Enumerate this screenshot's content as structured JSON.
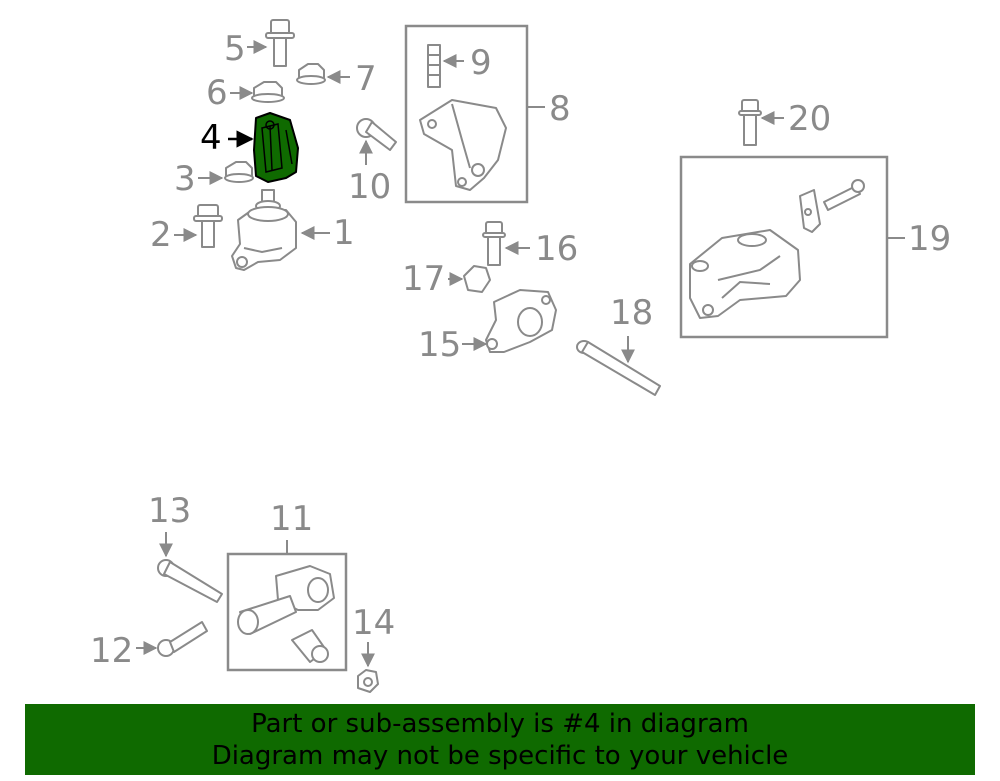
{
  "callouts": {
    "c1": "1",
    "c2": "2",
    "c3": "3",
    "c4": "4",
    "c5": "5",
    "c6": "6",
    "c7": "7",
    "c8": "8",
    "c9": "9",
    "c10": "10",
    "c11": "11",
    "c12": "12",
    "c13": "13",
    "c14": "14",
    "c15": "15",
    "c16": "16",
    "c17": "17",
    "c18": "18",
    "c19": "19",
    "c20": "20"
  },
  "highlight_color": "#0f6a00",
  "line_color": "#8a8a8a",
  "banner": {
    "line1": "Part or sub-assembly is #4 in diagram",
    "line2": "Diagram may not be specific to your vehicle"
  }
}
